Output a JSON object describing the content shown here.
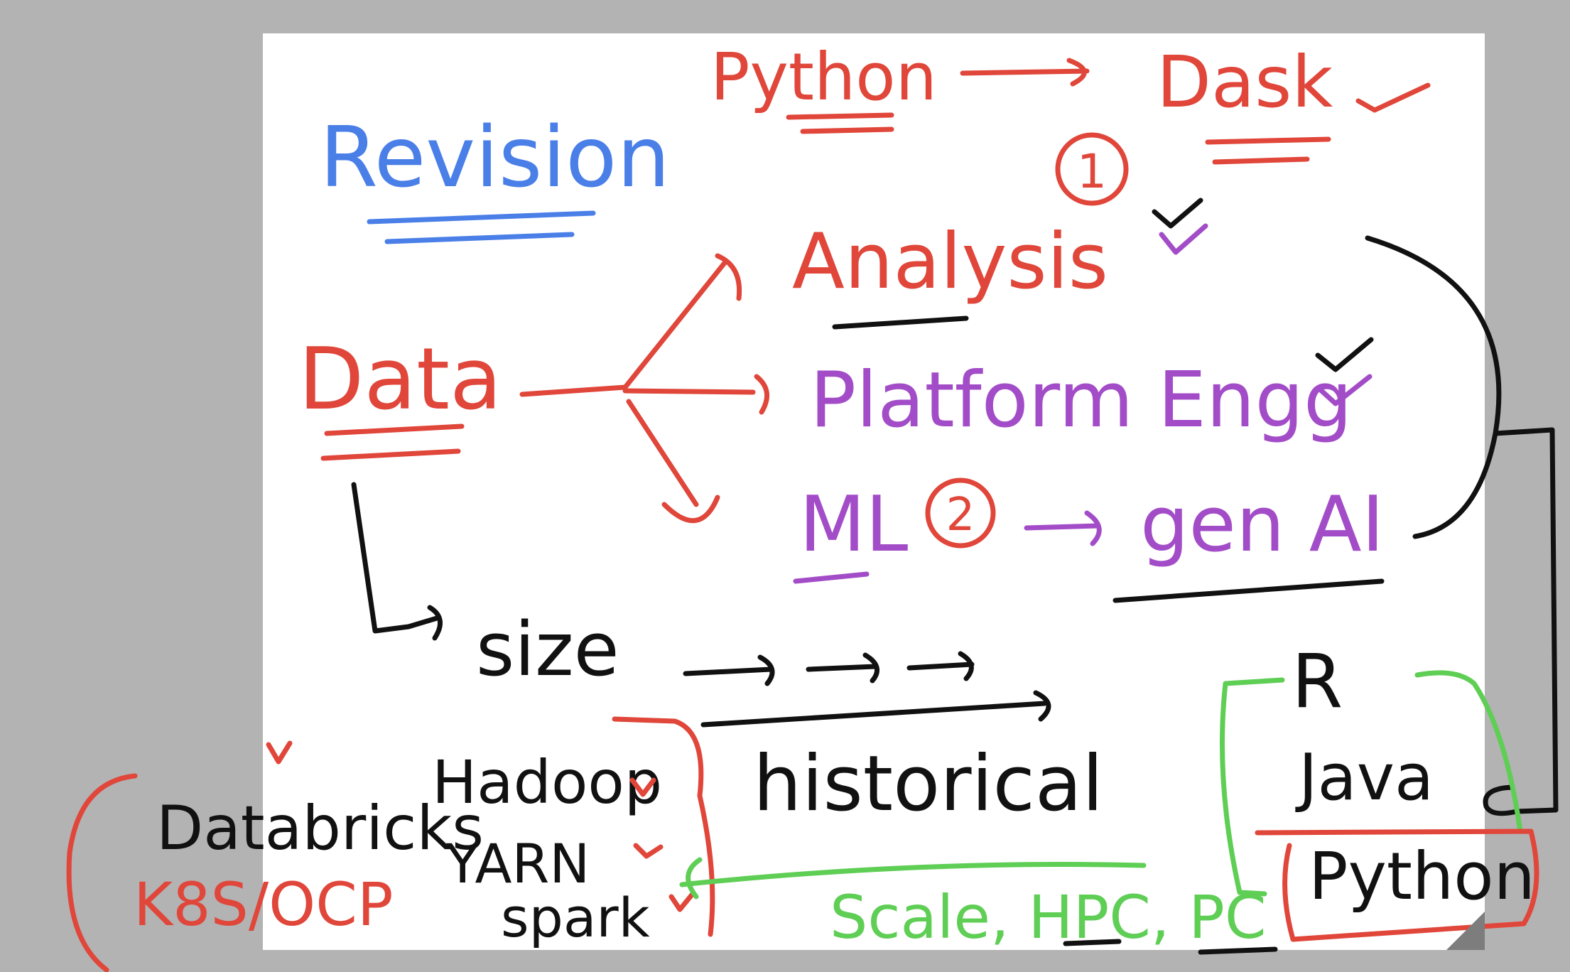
{
  "colors": {
    "background": "#b3b3b3",
    "board": "#ffffff",
    "blue": "#4a7fe8",
    "red": "#e0463a",
    "purple": "#a34cc8",
    "black": "#111111",
    "green": "#5fce55"
  },
  "labels": {
    "revision": "Revision",
    "python_top": "Python",
    "dask": "Dask",
    "circle_1": "1",
    "analysis": "Analysis",
    "data": "Data",
    "platform": "Platform Engg",
    "ml": "ML",
    "circle_2": "2",
    "genai": "gen AI",
    "size": "size",
    "historical": "historical",
    "r": "R",
    "java": "Java",
    "python_box": "Python",
    "databricks": "Databricks",
    "hadoop": "Hadoop",
    "yarn": "YARN",
    "spark": "spark",
    "k8s": "K8S/OCP",
    "scale": "Scale, HPC, PC"
  },
  "icons": [
    "check-mark-icon",
    "arrow-icon",
    "corner-resize-icon"
  ]
}
